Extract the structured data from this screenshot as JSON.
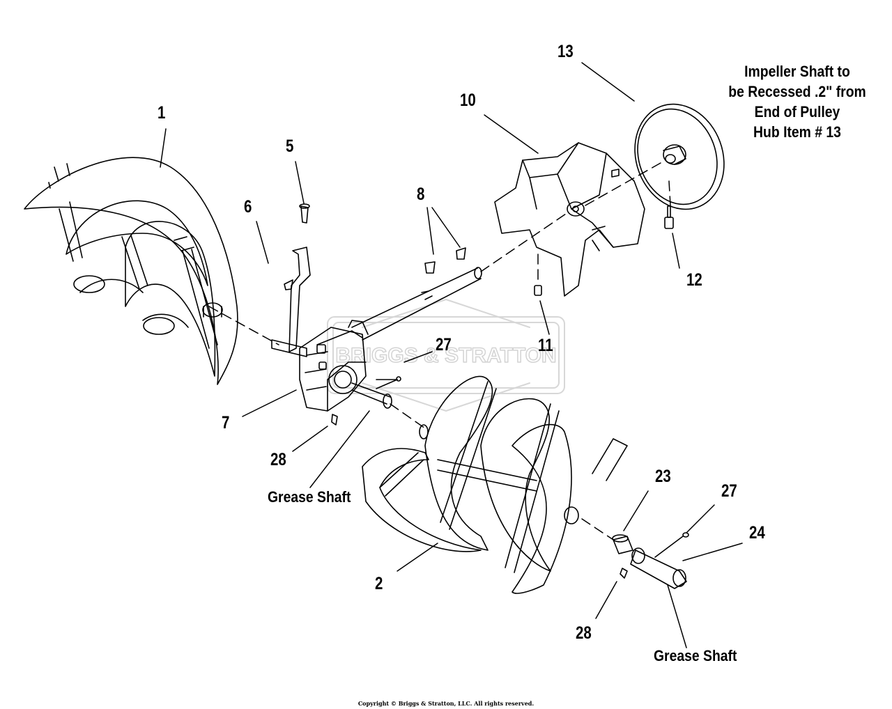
{
  "callouts": {
    "c1": "1",
    "c2": "2",
    "c5": "5",
    "c6": "6",
    "c7": "7",
    "c8": "8",
    "c10": "10",
    "c11": "11",
    "c12": "12",
    "c13": "13",
    "c23": "23",
    "c24": "24",
    "c27a": "27",
    "c27b": "27",
    "c28a": "28",
    "c28b": "28"
  },
  "labels": {
    "grease_shaft_left": "Grease Shaft",
    "grease_shaft_right": "Grease Shaft"
  },
  "note": {
    "line1": "Impeller Shaft to",
    "line2": "be Recessed .2\" from",
    "line3": "End of Pulley",
    "line4": "Hub Item # 13"
  },
  "watermark": "BRIGGS & STRATTON",
  "copyright": "Copyright © Briggs & Stratton, LLC. All rights reserved."
}
